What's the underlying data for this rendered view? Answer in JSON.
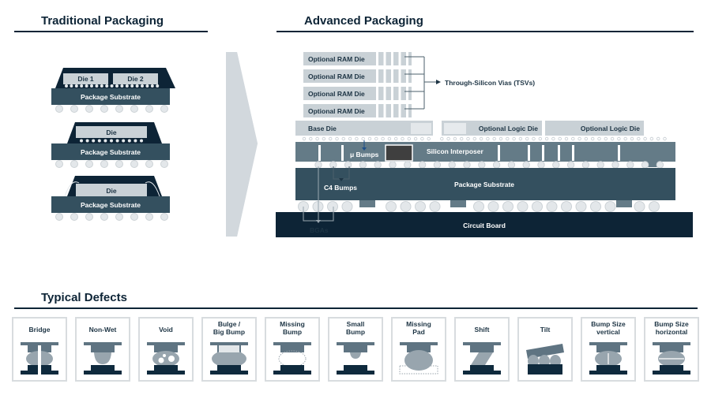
{
  "traditional": {
    "title": "Traditional Packaging",
    "packages": [
      {
        "dies": [
          "Die 1",
          "Die 2"
        ],
        "substrate": "Package Substrate"
      },
      {
        "dies": [
          "Die"
        ],
        "substrate": "Package Substrate"
      },
      {
        "dies": [
          "Die"
        ],
        "substrate": "Package Substrate"
      }
    ]
  },
  "advanced": {
    "title": "Advanced Packaging",
    "ram_dies": [
      "Optional RAM Die",
      "Optional RAM Die",
      "Optional RAM Die",
      "Optional RAM Die"
    ],
    "tsv_label": "Through-Silicon Vias (TSVs)",
    "base_die": "Base Die",
    "logic_dies": [
      "Optional Logic Die",
      "Optional Logic Die"
    ],
    "interposer": "Silicon Interposer",
    "micro_bumps": "μ Bumps",
    "c4_bumps": "C4 Bumps",
    "substrate": "Package Substrate",
    "bgas": "BGAs",
    "board": "Circuit Board"
  },
  "defects": {
    "title": "Typical Defects",
    "items": [
      {
        "type": "bridge",
        "label": [
          "Bridge"
        ]
      },
      {
        "type": "nonwet",
        "label": [
          "Non-Wet"
        ]
      },
      {
        "type": "void",
        "label": [
          "Void"
        ]
      },
      {
        "type": "bulge",
        "label": [
          "Bulge /",
          "Big Bump"
        ]
      },
      {
        "type": "missing-bump",
        "label": [
          "Missing",
          "Bump"
        ]
      },
      {
        "type": "small-bump",
        "label": [
          "Small",
          "Bump"
        ]
      },
      {
        "type": "missing-pad",
        "label": [
          "Missing",
          "Pad"
        ]
      },
      {
        "type": "shift",
        "label": [
          "Shift"
        ]
      },
      {
        "type": "tilt",
        "label": [
          "Tilt"
        ]
      },
      {
        "type": "size-vertical",
        "label": [
          "Bump Size",
          "vertical"
        ]
      },
      {
        "type": "size-horizontal",
        "label": [
          "Bump Size",
          "horizontal"
        ]
      }
    ]
  },
  "colors": {
    "navy": "#0d2436",
    "substrate": "#34505f",
    "interposer": "#647b87",
    "die": "#c9d1d6",
    "bump": "#98a5ae",
    "arrow": "#d2d8dd"
  }
}
